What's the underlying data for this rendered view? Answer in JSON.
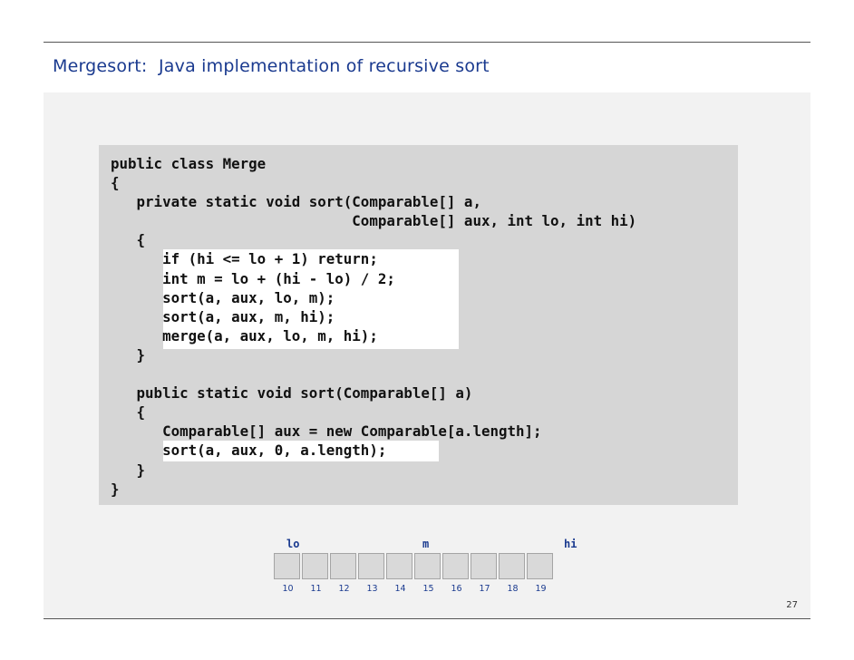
{
  "slide": {
    "title": "Mergesort:  Java implementation of recursive sort",
    "page_number": "27"
  },
  "code": {
    "lines": [
      "public class Merge",
      "{",
      "   private static void sort(Comparable[] a,",
      "                            Comparable[] aux, int lo, int hi)",
      "   {",
      "      if (hi <= lo + 1) return;",
      "      int m = lo + (hi - lo) / 2;",
      "      sort(a, aux, lo, m);",
      "      sort(a, aux, m, hi);",
      "      merge(a, aux, lo, m, hi);",
      "   }",
      "",
      "   public static void sort(Comparable[] a)",
      "   {",
      "      Comparable[] aux = new Comparable[a.length];",
      "      sort(a, aux, 0, a.length);",
      "   }",
      "}"
    ]
  },
  "array_diagram": {
    "labels": {
      "lo": "lo",
      "m": "m",
      "hi": "hi"
    },
    "indices": [
      "10",
      "11",
      "12",
      "13",
      "14",
      "15",
      "16",
      "17",
      "18",
      "19"
    ]
  },
  "colors": {
    "title": "#1a3a8f",
    "code_panel": "#d6d6d6",
    "highlight": "#ffffff",
    "cell": "#d9d9d9"
  }
}
